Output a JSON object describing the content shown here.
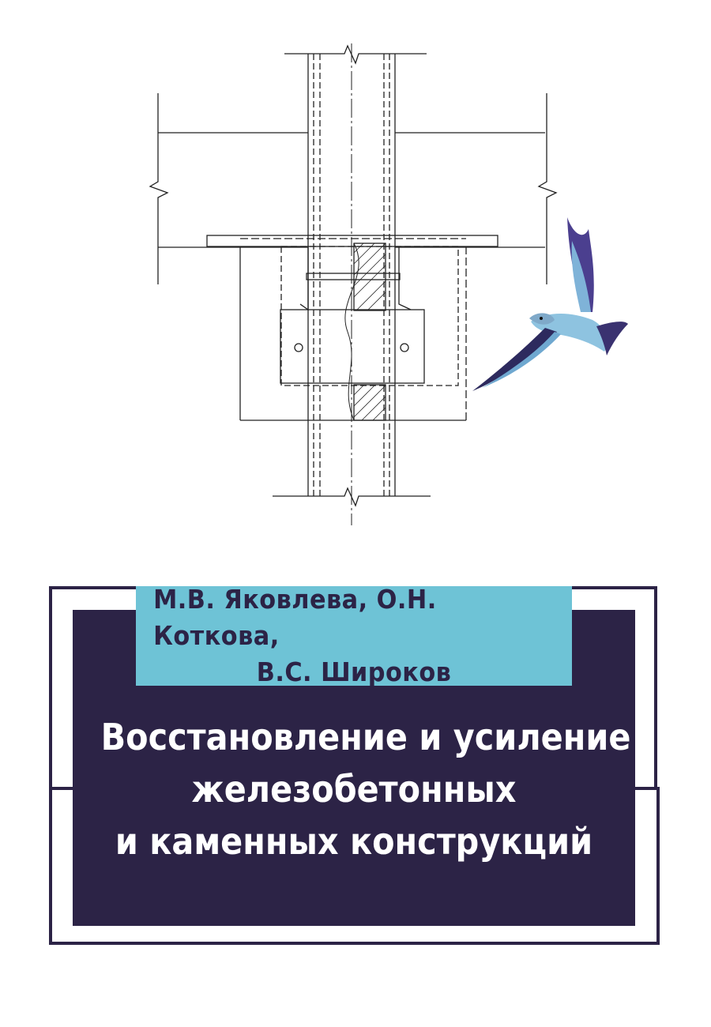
{
  "authors": {
    "line1": "М.В. Яковлева, О.Н. Коткова,",
    "line2": "В.С. Широков"
  },
  "title": {
    "line1": "Восстановление и усиление",
    "line2": "железобетонных",
    "line3": "и каменных конструкций"
  },
  "colors": {
    "panel_dark": "#2c2346",
    "panel_light": "#6ec3d6",
    "title_text": "#ffffff",
    "author_text": "#2c2346"
  },
  "images": {
    "drawing": "technical-drawing-column-strengthening",
    "bird": "flying-roller-bird"
  }
}
